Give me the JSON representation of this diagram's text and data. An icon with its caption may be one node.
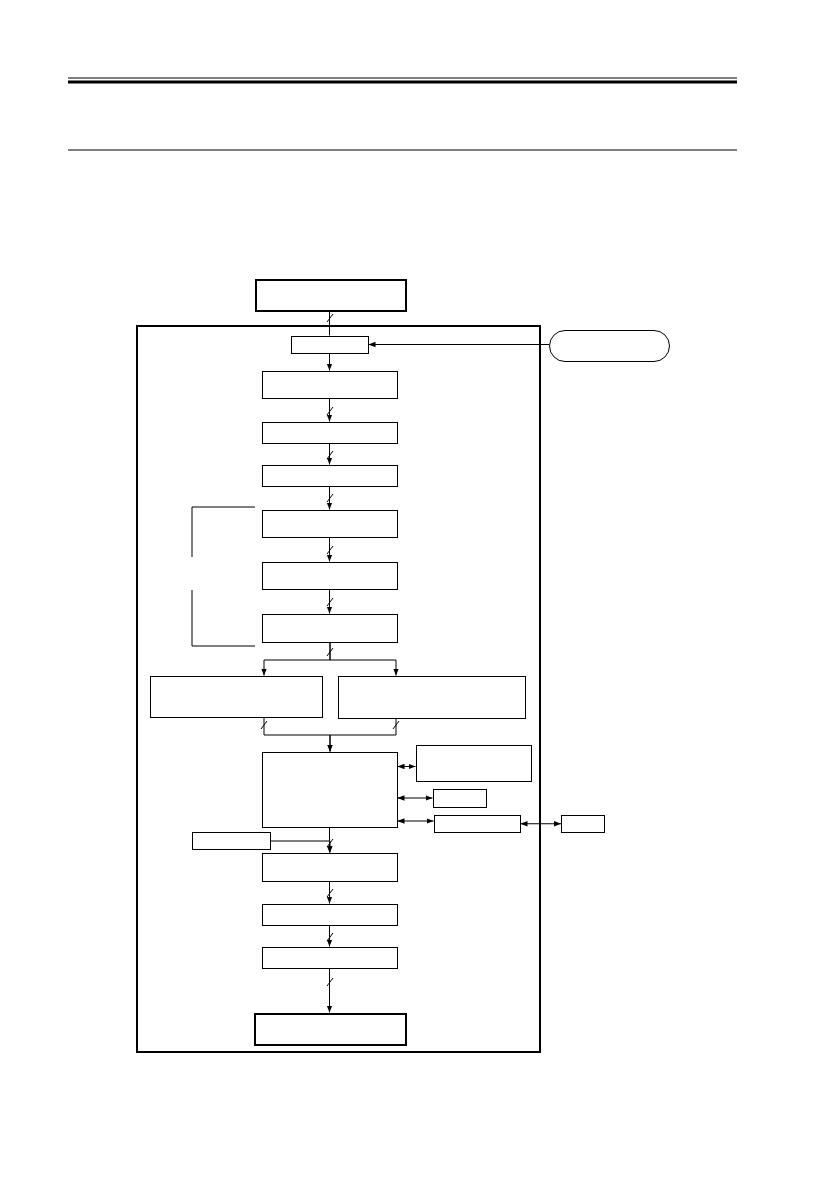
{
  "diagram": {
    "nodes": [
      {
        "text": [],
        "shape": "box"
      },
      {
        "text": [],
        "shape": "box"
      },
      {
        "text": [],
        "shape": "box",
        "in": 1
      },
      {
        "text": [],
        "shape": "box",
        "in": 1
      },
      {
        "text": [],
        "shape": "box",
        "in": 1
      },
      {
        "text": [],
        "shape": "box",
        "in": 1
      },
      {
        "text": [],
        "shape": "box",
        "in": 1
      },
      {
        "text": [],
        "shape": "box",
        "in": 1
      },
      {
        "text": [],
        "shape": "box",
        "in": 1
      },
      {
        "text": [],
        "shape": "box",
        "in": 1
      },
      {
        "text": [],
        "shape": "box",
        "in": 1
      },
      {
        "text": [],
        "shape": "box",
        "in": 1
      },
      {
        "text": [],
        "shape": "box",
        "in": 1
      },
      {
        "text": [],
        "shape": "box",
        "in": 1
      },
      {
        "text": [],
        "shape": "box",
        "in": 1
      },
      {
        "text": [],
        "shape": "box"
      },
      {
        "text": [],
        "shape": "box",
        "in": 1
      },
      {
        "text": [],
        "shape": "box",
        "in": 1
      },
      {
        "text": [],
        "shape": "box",
        "in": 1
      },
      {
        "text": [],
        "shape": "box",
        "in": 1
      },
      {
        "text": [],
        "shape": "box",
        "in": 1
      },
      {
        "text": [],
        "shape": "capsule"
      }
    ],
    "edges": [
      {
        "from": 0,
        "to": 2,
        "arrow": "none"
      },
      {
        "from": 21,
        "to": 2,
        "arrow": "to"
      },
      {
        "from": 2,
        "to": 3,
        "arrow": "to"
      },
      {
        "from": 3,
        "to": 4,
        "arrow": "to"
      },
      {
        "from": 4,
        "to": 5,
        "arrow": "to"
      },
      {
        "from": 5,
        "to": 6,
        "arrow": "to"
      },
      {
        "from": 6,
        "to": 7,
        "arrow": "to"
      },
      {
        "from": 7,
        "to": 8,
        "arrow": "to"
      },
      {
        "from": 8,
        "to": 9,
        "arrow": "to"
      },
      {
        "from": 8,
        "to": 10,
        "arrow": "to"
      },
      {
        "from": 9,
        "to": 11,
        "arrow": "to"
      },
      {
        "from": 10,
        "to": 11,
        "arrow": "to"
      },
      {
        "from": 11,
        "to": 12,
        "arrow": "both"
      },
      {
        "from": 11,
        "to": 13,
        "arrow": "both"
      },
      {
        "from": 11,
        "to": 14,
        "arrow": "both"
      },
      {
        "from": 14,
        "to": 15,
        "arrow": "both"
      },
      {
        "from": 16,
        "to": 17,
        "arrow": "to"
      },
      {
        "from": 11,
        "to": 17,
        "arrow": "to"
      },
      {
        "from": 17,
        "to": 18,
        "arrow": "to"
      },
      {
        "from": 18,
        "to": 19,
        "arrow": "to"
      },
      {
        "from": 19,
        "to": 20,
        "arrow": "to"
      }
    ]
  }
}
